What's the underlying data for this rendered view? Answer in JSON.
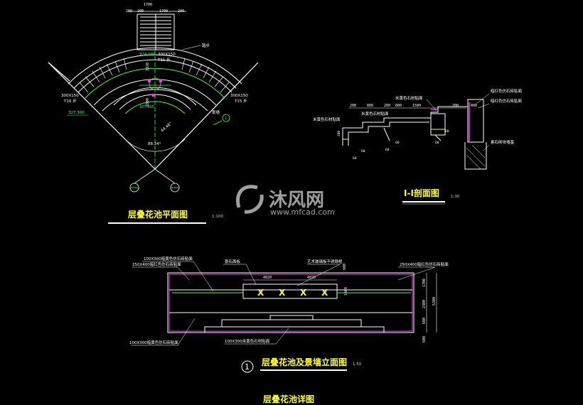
{
  "colors": {
    "background": "#000000",
    "structure": "#ffffff",
    "green": "#33ff66",
    "magenta": "#ff33ff",
    "yellow": "#ffff33",
    "cyan": "#33ffff",
    "title": "#ffff33"
  },
  "plan": {
    "title": "层叠花池平面图",
    "scale": "1:100",
    "dims_top": [
      "200",
      "1700",
      "1700",
      "200",
      "200"
    ],
    "stair_labels": [
      "300X150",
      "T11 步"
    ],
    "label_left": [
      "300X150",
      "T16 步"
    ],
    "label_right": [
      "300X150",
      "T15 步"
    ],
    "label_top_right": "踏步",
    "label_right_side": "景墙",
    "elev_a": "324.000",
    "elev_b": "327.300",
    "elev_c": "327.300",
    "vertical_dims": [
      "3320",
      "6500"
    ],
    "angle_small": "44.46°",
    "angle_big": "88.24°",
    "section_marks": [
      "1",
      "1"
    ]
  },
  "section": {
    "title": "I-I剖面图",
    "scale": "1:30",
    "labels": [
      "米黄色石材贴面",
      "米黄色石材贴面",
      "米黄色石材贴面",
      "暗红色仿石砖贴面",
      "暗红色仿石砖贴面",
      "素石砌块墙基"
    ],
    "dims": [
      "200",
      "800",
      "200",
      "800",
      "1500",
      "200",
      "400"
    ],
    "small_dims": [
      "200",
      "60",
      "60",
      "60",
      "60",
      "60",
      "60"
    ]
  },
  "elevation": {
    "title": "层叠花池及景墙立面图",
    "scale": "1:50",
    "number": "1",
    "labels_left": [
      "100X300暗黄色仿石砖贴面",
      "250X400暗红色仿石砖贴面"
    ],
    "label_bottom_left": "100X300暗黄色仿石砖贴面",
    "label_bottom_mid": "100X300米黄色石材贴面",
    "label_top_mid1": "景石面板",
    "label_top_mid2": "艺术玻璃板不锈钢框",
    "label_right": "250X400暗红色仿石砖贴面",
    "panel_marks": [
      "X",
      "X",
      "X",
      "X"
    ],
    "dims_panel": [
      "4020",
      "4020"
    ],
    "dims_right": [
      "1700",
      "2300",
      "600",
      "600",
      "5300"
    ],
    "dim_mid": "1600",
    "dim_left_small": "600"
  },
  "detail_title": "层叠花池详图",
  "watermark": {
    "brand": "沐风网",
    "url": "www.mfcad.com"
  }
}
